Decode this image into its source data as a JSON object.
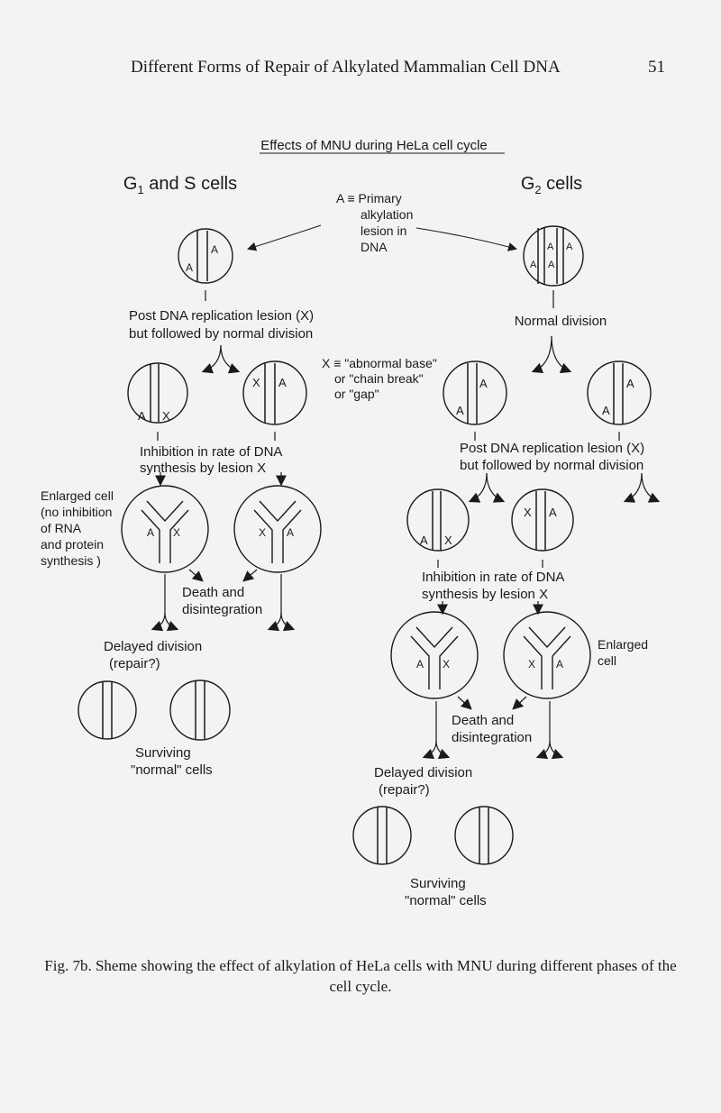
{
  "header": {
    "running_title": "Different Forms of Repair of Alkylated Mammalian Cell DNA",
    "page_number": "51"
  },
  "diagram": {
    "title": "Effects of MNU during HeLa cell cycle",
    "left_column_heading": "G",
    "left_column_subscript": "1",
    "left_column_heading_rest": " and S cells",
    "right_column_heading": "G",
    "right_column_subscript": "2",
    "right_column_heading_rest": " cells",
    "legend_a": [
      "A ≡ Primary",
      "alkylation",
      "lesion in",
      "DNA"
    ],
    "legend_x": [
      "X ≡ \"abnormal base\"",
      "or \"chain break\"",
      "or \"gap\""
    ],
    "left_post_replication": [
      "Post DNA replication lesion (X)",
      "but followed by normal division"
    ],
    "right_normal_division": "Normal division",
    "left_inhibition": [
      "Inhibition in rate of DNA",
      "synthesis by lesion X"
    ],
    "right_post_replication": [
      "Post DNA replication lesion (X)",
      "but followed by normal division"
    ],
    "enlarged_cell_left": [
      "Enlarged cell",
      "(no inhibition",
      "of RNA",
      "and protein",
      "synthesis )"
    ],
    "left_death": [
      "Death and",
      "disintegration"
    ],
    "right_inhibition": [
      "Inhibition in rate of DNA",
      "synthesis by lesion X"
    ],
    "left_delayed": [
      "Delayed division",
      "(repair?)"
    ],
    "enlarged_cell_right": [
      "Enlarged",
      "cell"
    ],
    "left_surviving": [
      "Surviving",
      "\"normal\" cells"
    ],
    "right_death": [
      "Death and",
      "disintegration"
    ],
    "right_delayed": [
      "Delayed division",
      "(repair?)"
    ],
    "right_surviving": [
      "Surviving",
      "\"normal\" cells"
    ],
    "mark_a": "A",
    "mark_x": "X"
  },
  "caption": "Fig. 7b. Sheme showing the effect of alkylation of HeLa cells with MNU during different phases of the cell cycle."
}
